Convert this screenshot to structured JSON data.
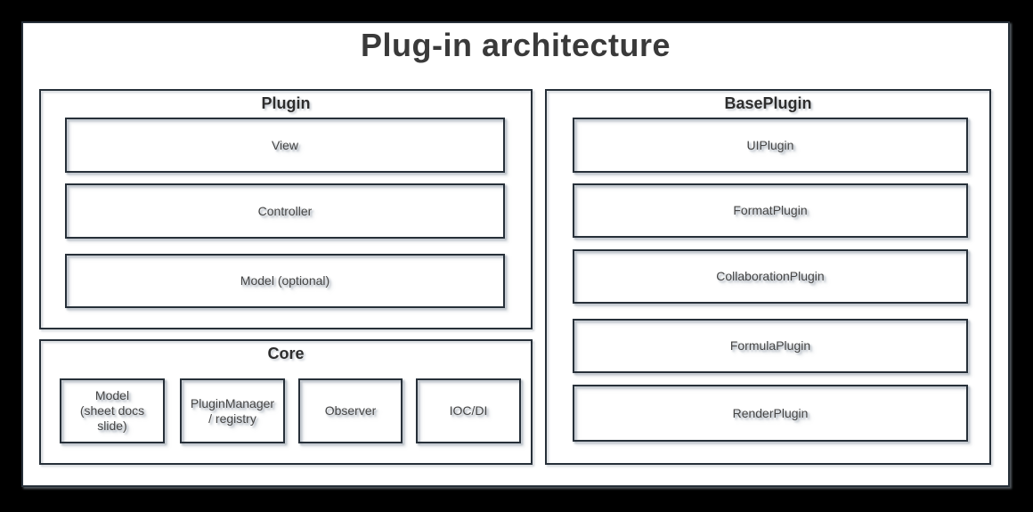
{
  "title": "Plug-in architecture",
  "colors": {
    "page_background": "#000000",
    "canvas_background": "#ffffff",
    "border": "#273039",
    "title_text": "#3a3a3a",
    "panel_header_text": "#2d2d2d",
    "node_label_text": "#454545"
  },
  "panels": {
    "plugin": {
      "title": "Plugin",
      "boxes": [
        {
          "label": "View"
        },
        {
          "label": "Controller"
        },
        {
          "label": "Model (optional)"
        }
      ]
    },
    "core": {
      "title": "Core",
      "boxes": [
        {
          "label": "Model\n(sheet docs\nslide)"
        },
        {
          "label": "PluginManager\n/ registry"
        },
        {
          "label": "Observer"
        },
        {
          "label": "IOC/DI"
        }
      ]
    },
    "baseplugin": {
      "title": "BasePlugin",
      "boxes": [
        {
          "label": "UIPlugin"
        },
        {
          "label": "FormatPlugin"
        },
        {
          "label": "CollaborationPlugin"
        },
        {
          "label": "FormulaPlugin"
        },
        {
          "label": "RenderPlugin"
        }
      ]
    }
  }
}
